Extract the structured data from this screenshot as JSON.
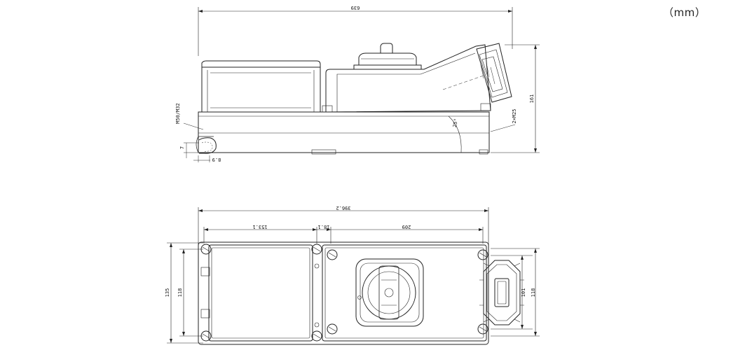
{
  "unit_label": "（mm）",
  "side_view": {
    "overall_length": "639",
    "height": "161",
    "angle": "25°",
    "gland_left": "M50/M32",
    "gland_right": "2×M25",
    "foot_height": "7",
    "foot_offset": "8.9"
  },
  "top_view": {
    "overall": "396.2",
    "seg_left": "153.1",
    "seg_mid": "18.1",
    "seg_right": "209",
    "height_outer": "135",
    "height_inner": "118",
    "socket_inner": "101",
    "socket_outer": "118"
  },
  "colors": {
    "line": "#222222",
    "background": "#ffffff"
  }
}
